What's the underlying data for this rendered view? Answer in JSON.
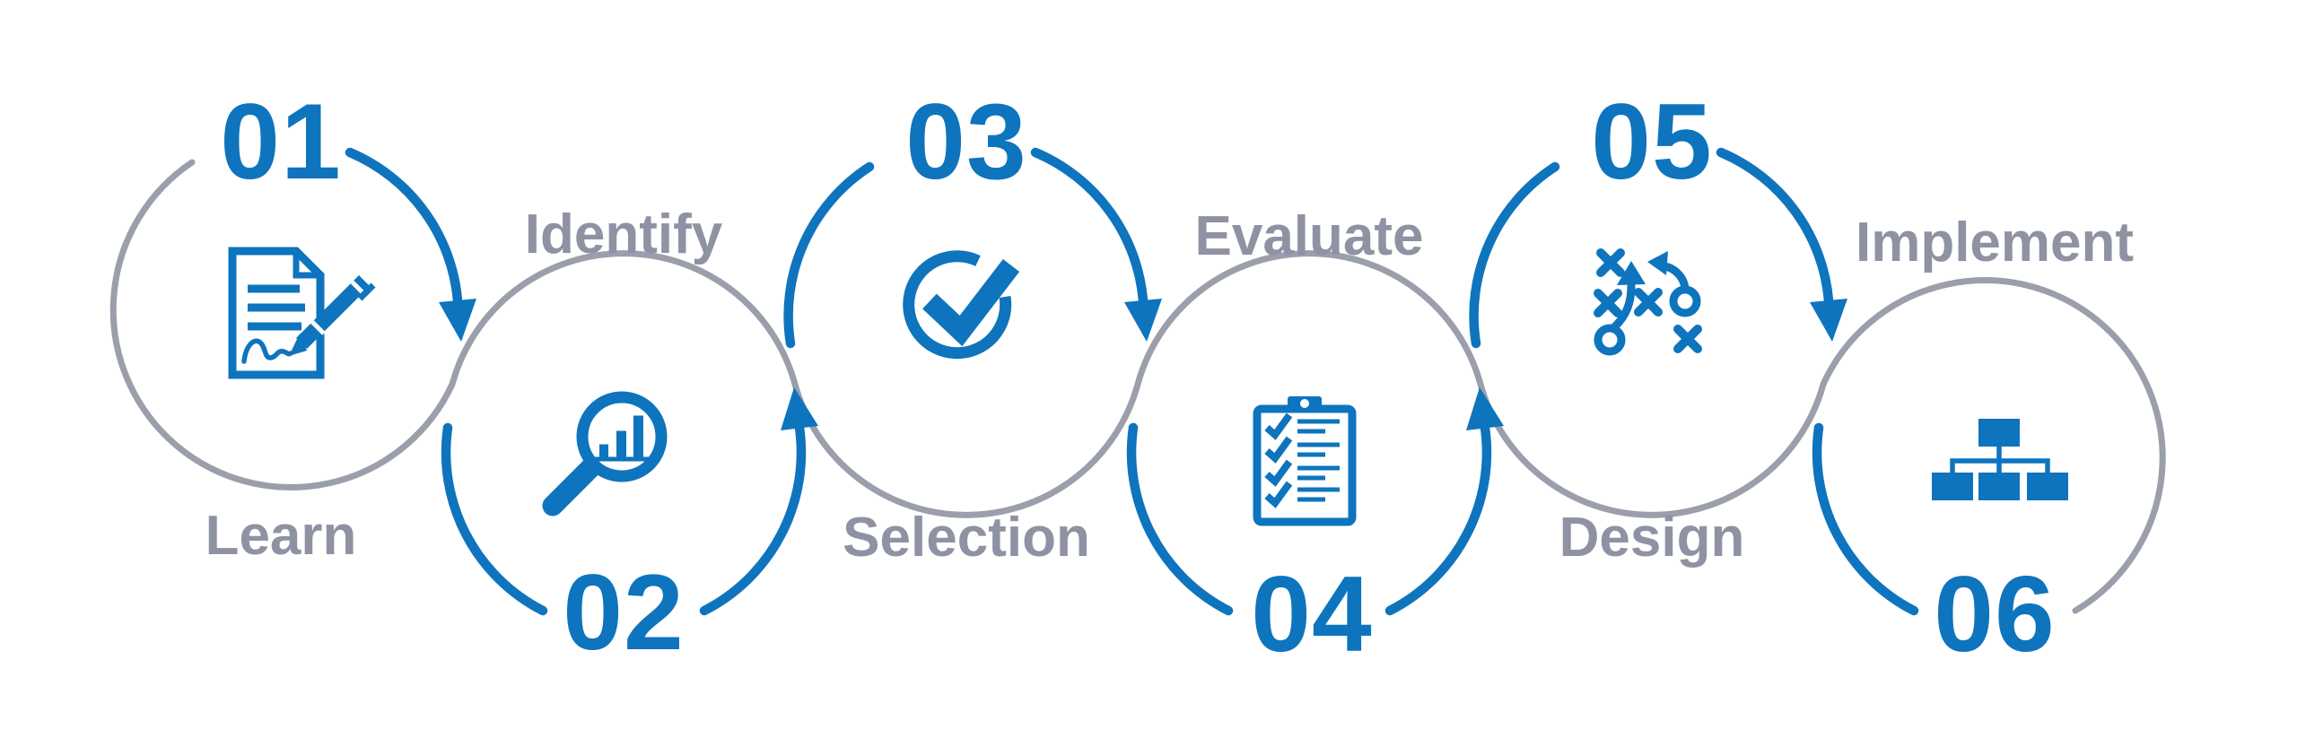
{
  "diagram": {
    "type": "process-flow-infographic",
    "style": {
      "accent_blue": "#0e74bd",
      "line_gray": "#9b9eab",
      "label_gray": "#8e92a3",
      "background": "#ffffff"
    },
    "steps": [
      {
        "number": "01",
        "label": "Learn",
        "icon": "contract-signing-icon",
        "row": "top"
      },
      {
        "number": "02",
        "label": "Identify",
        "icon": "magnifier-analytics-icon",
        "row": "bottom"
      },
      {
        "number": "03",
        "label": "Selection",
        "icon": "check-circle-icon",
        "row": "top"
      },
      {
        "number": "04",
        "label": "Evaluate",
        "icon": "checklist-clipboard-icon",
        "row": "bottom"
      },
      {
        "number": "05",
        "label": "Design",
        "icon": "strategy-plan-icon",
        "row": "top"
      },
      {
        "number": "06",
        "label": "Implement",
        "icon": "org-chart-icon",
        "row": "bottom"
      }
    ]
  }
}
